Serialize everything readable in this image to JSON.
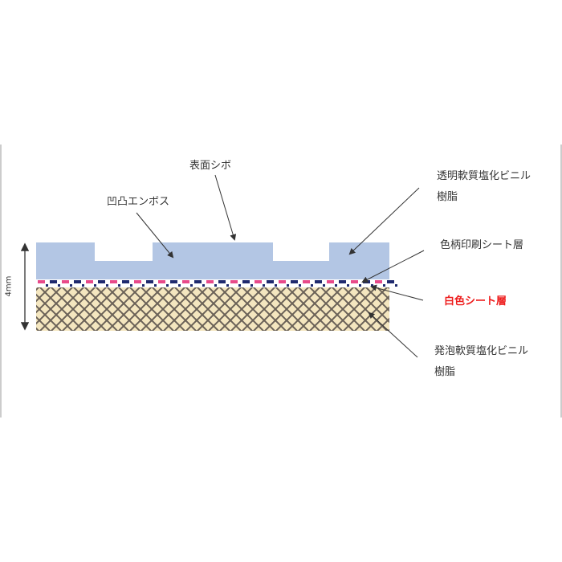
{
  "labels": {
    "surface_texture": "表面シボ",
    "emboss": "凹凸エンボス",
    "transparent_pvc": [
      "透明軟質塩化ビニル",
      "樹脂"
    ],
    "printed_sheet": "色柄印刷シート層",
    "white_sheet": "白色シート層",
    "foamed_pvc": [
      "発泡軟質塩化ビニル",
      "樹脂"
    ],
    "thickness": "4mm"
  },
  "colors": {
    "transparent_layer": "#b3c6e4",
    "foam_base": "#f4e6bf",
    "foam_pattern": "#6a6157",
    "print_pink": "#e84a8a",
    "print_navy": "#1f2a6e",
    "white_label": "#ee1c1c",
    "arrow": "#333333",
    "frame_line": "#9a9a9a"
  }
}
